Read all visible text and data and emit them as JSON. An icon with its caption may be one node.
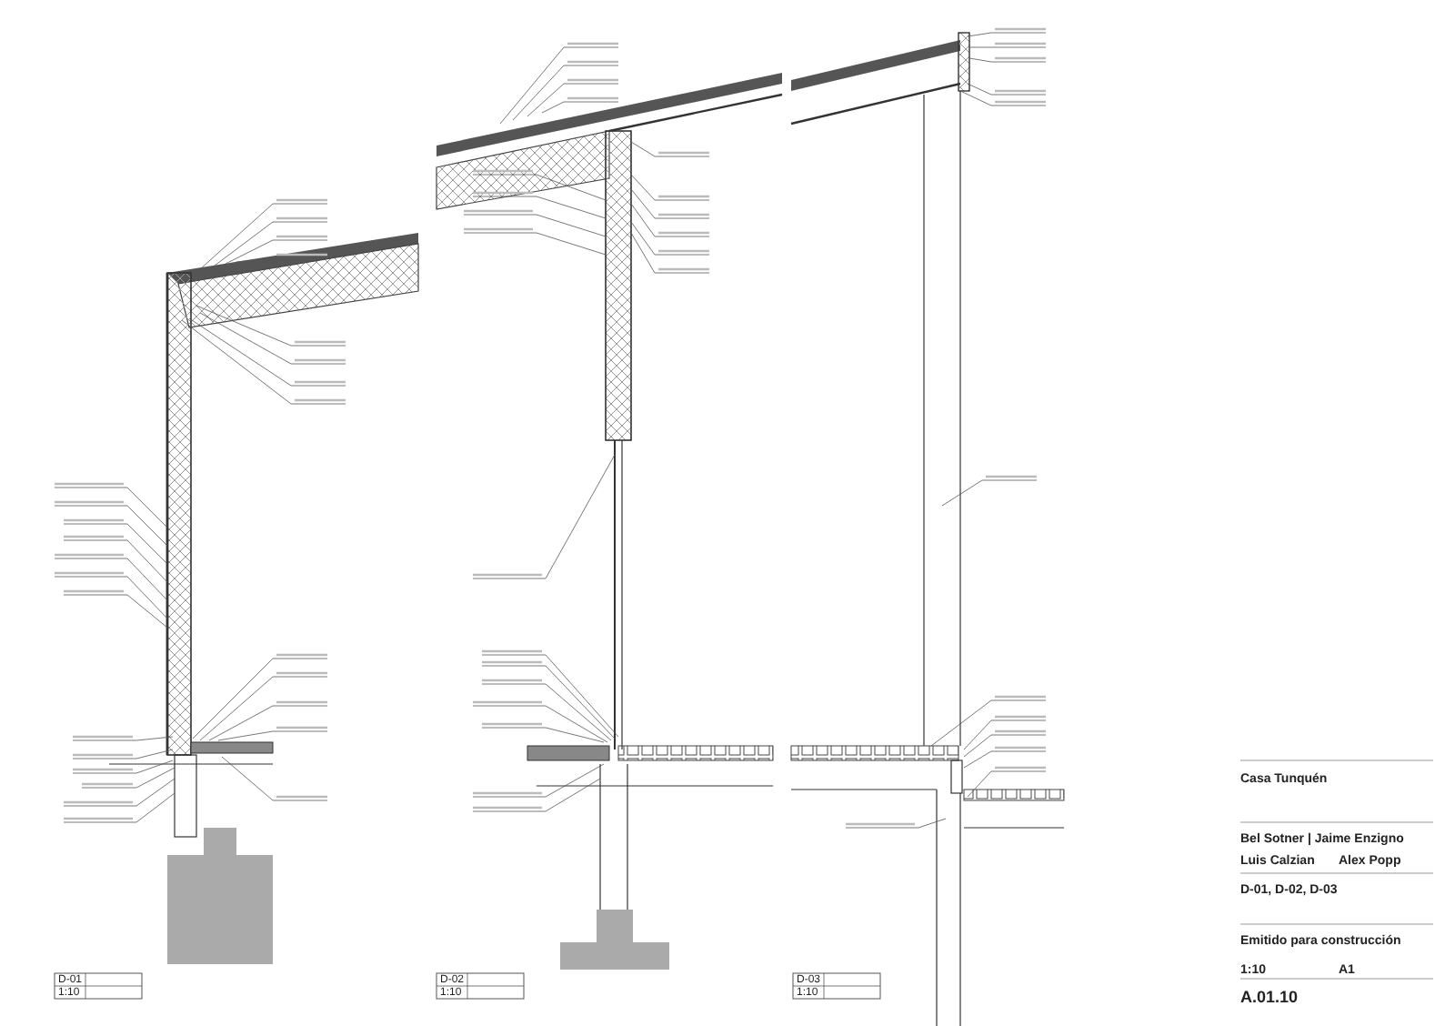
{
  "diagram": {
    "labels": [
      "Casa Tunquén",
      "Bel Sotner | Jaime Enzigno",
      "Luis Calzian",
      "Alex Popp",
      "D-01, D-02, D-03",
      "Emitido para construcción",
      "1:10",
      "A1",
      "A.01.10",
      "D-01",
      "1:10",
      "D-02",
      "1:10",
      "D-03",
      "1:10"
    ]
  }
}
